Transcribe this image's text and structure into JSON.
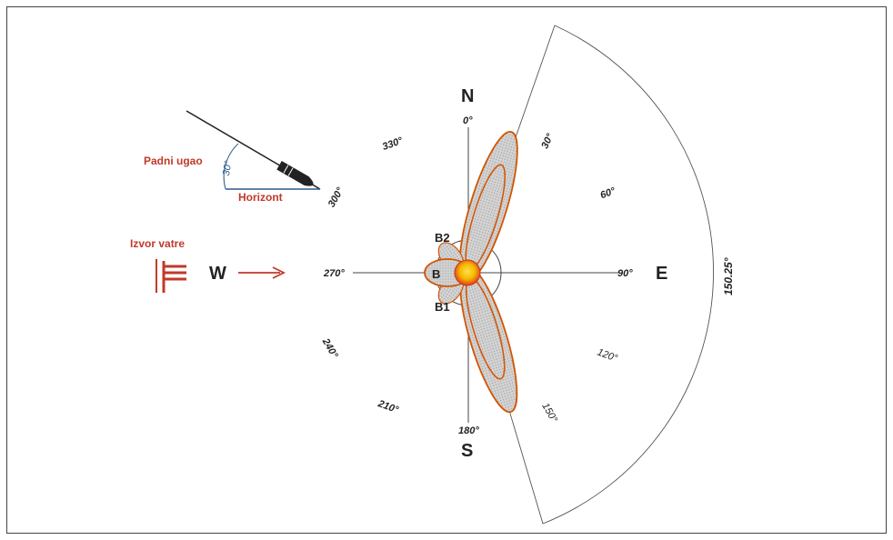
{
  "compass": {
    "north": "N",
    "south": "S",
    "east": "E",
    "west": "W",
    "deg_0": "0°",
    "deg_90": "90°",
    "deg_180": "180°",
    "deg_270": "270°",
    "deg_30": "30°",
    "deg_60": "60°",
    "deg_120": "120°",
    "deg_150": "150°",
    "deg_210": "210°",
    "deg_240": "240°",
    "deg_300": "300°",
    "deg_330": "330°"
  },
  "sector": {
    "arc_label": "150.25°"
  },
  "impact": {
    "center_label": "B",
    "upper_label": "B2",
    "lower_label": "B1"
  },
  "inset": {
    "angle_title": "Padni ugao",
    "angle_value": "30°",
    "horizon_label": "Horizont"
  },
  "fire_source": {
    "label": "Izvor vatre",
    "direction": "W"
  },
  "colors": {
    "accent_red": "#c0392b",
    "lobe_outline": "#d35400",
    "lobe_fill": "#c9c9c9",
    "core_yellow": "#f5b700",
    "core_red": "#e03a1a"
  }
}
